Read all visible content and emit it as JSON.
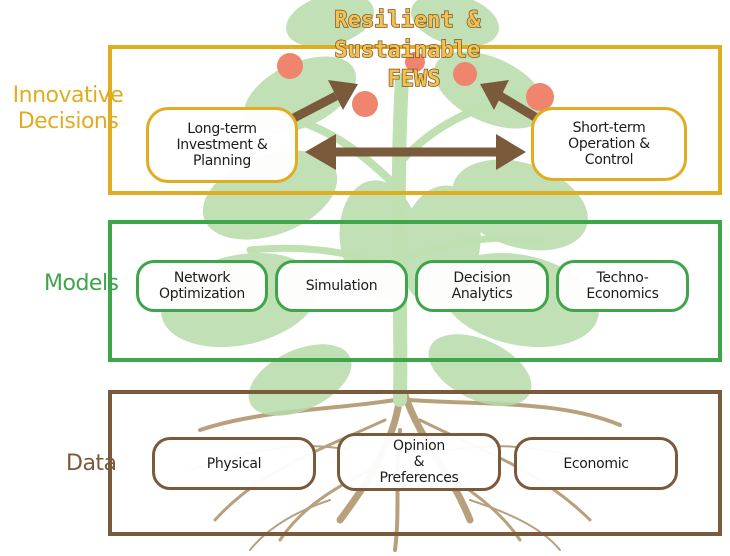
{
  "title": "Resilient &\nSustainable\nFEWS",
  "colors": {
    "decisions": "#e0ad22",
    "models": "#3fa54a",
    "data": "#7a5a3b",
    "arrow": "#7a5a3b",
    "leaf": "#b7dba9",
    "tomato": "#f0856e",
    "root": "#b9a07d",
    "title_fill": "#f2c24e",
    "title_outline": "#7a4e2a"
  },
  "sections": {
    "decisions": {
      "label": "Innovative\nDecisions",
      "nodes": [
        {
          "label": "Long-term\nInvestment &\nPlanning"
        },
        {
          "label": "Short-term\nOperation &\nControl"
        }
      ]
    },
    "models": {
      "label": "Models",
      "nodes": [
        {
          "label": "Network\nOptimization"
        },
        {
          "label": "Simulation"
        },
        {
          "label": "Decision\nAnalytics"
        },
        {
          "label": "Techno-\nEconomics"
        }
      ]
    },
    "data": {
      "label": "Data",
      "nodes": [
        {
          "label": "Physical"
        },
        {
          "label": "Opinion\n&\nPreferences"
        },
        {
          "label": "Economic"
        }
      ]
    }
  }
}
